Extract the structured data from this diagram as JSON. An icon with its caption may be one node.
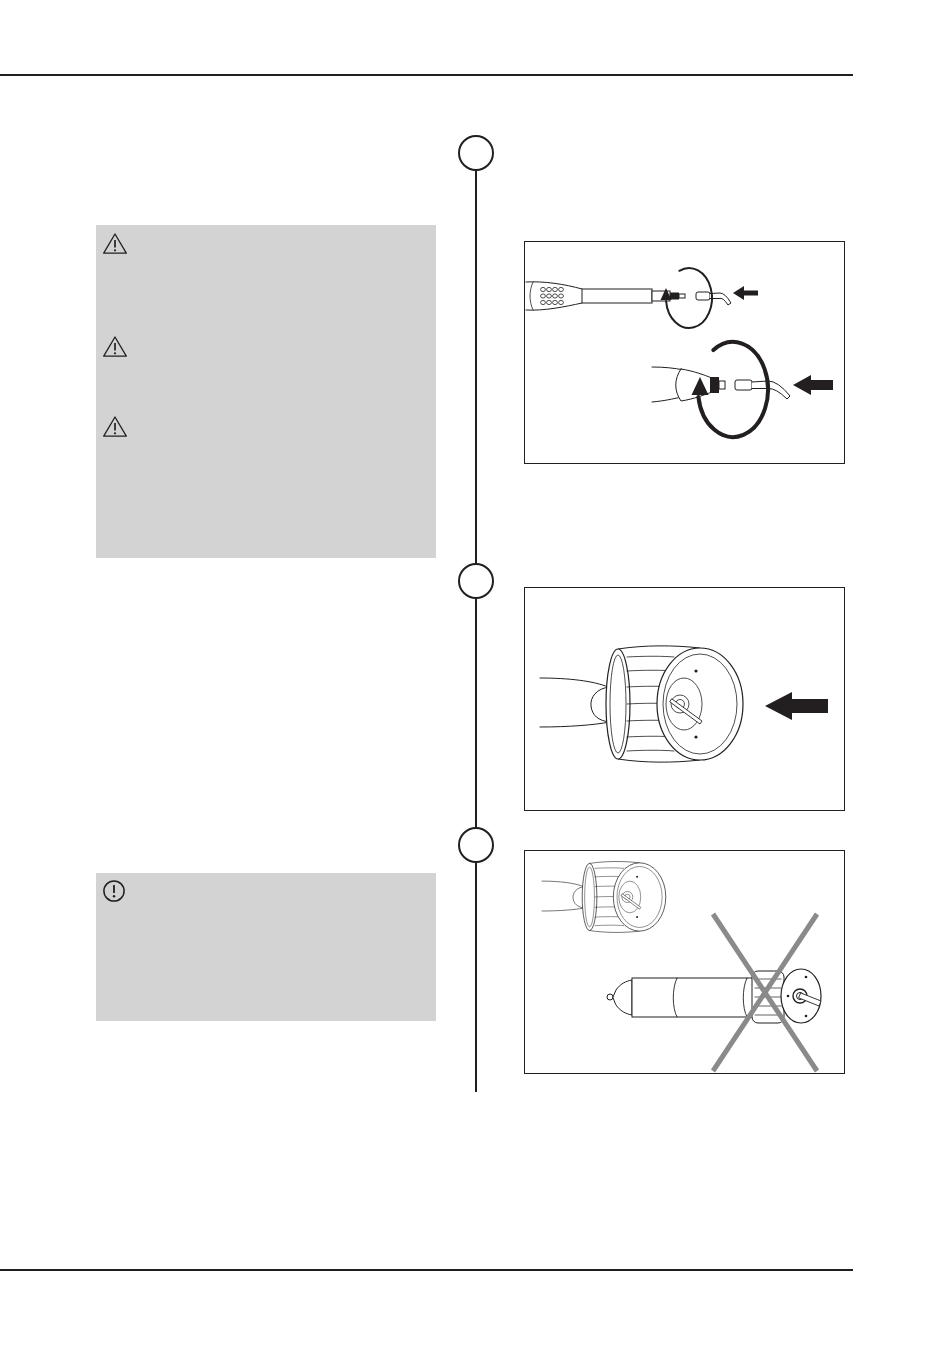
{
  "diagram": {
    "nodes": [
      {
        "text": [],
        "shape": "circle"
      },
      {
        "text": [],
        "shape": "box"
      },
      {
        "text": [],
        "shape": "picture"
      },
      {
        "text": [],
        "shape": "circle"
      },
      {
        "text": [],
        "shape": "picture"
      },
      {
        "text": [],
        "shape": "circle"
      },
      {
        "text": [],
        "shape": "picture"
      },
      {
        "text": [],
        "shape": "box"
      }
    ],
    "edges": [
      {
        "from": 0,
        "to": 3,
        "arrow": "none"
      },
      {
        "from": 3,
        "to": 5,
        "arrow": "none"
      },
      {
        "from": 5,
        "to": null,
        "arrow": "none"
      }
    ]
  }
}
